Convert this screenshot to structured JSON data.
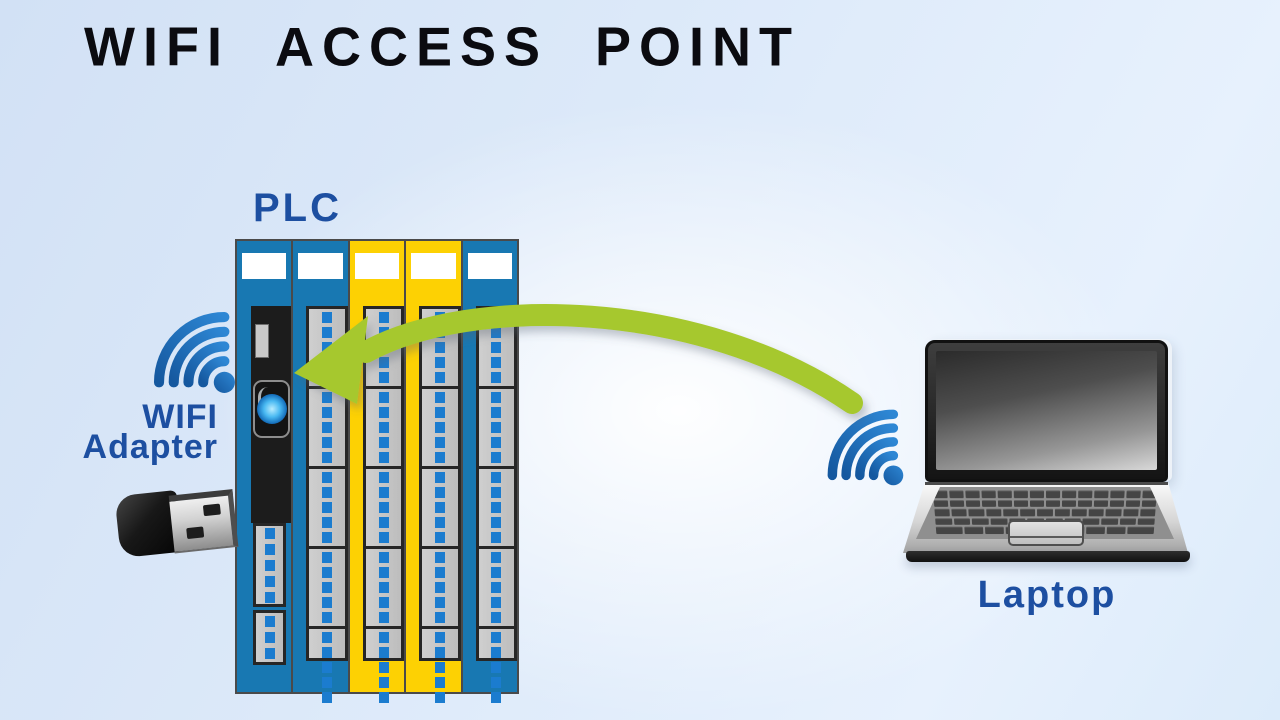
{
  "title": "WIFI ACCESS POINT",
  "plc": {
    "label": "PLC",
    "modules": [
      {
        "color": "blue",
        "type": "cpu",
        "description": "controller module with plugged usb wifi adapter"
      },
      {
        "color": "blue",
        "type": "io"
      },
      {
        "color": "yellow",
        "type": "io"
      },
      {
        "color": "yellow",
        "type": "io"
      },
      {
        "color": "blue",
        "type": "io"
      }
    ],
    "io_sections_per_module": 5,
    "pins_per_section": 5
  },
  "wifi_adapter": {
    "label_line1": "WIFI",
    "label_line2": "Adapter"
  },
  "laptop": {
    "label": "Laptop"
  },
  "connection": {
    "from": "laptop",
    "to": "plc-wifi-adapter",
    "type": "wireless",
    "arrow_color": "#a6c82e"
  },
  "icons": [
    "wifi-signal-icon-plc",
    "wifi-signal-icon-laptop",
    "usb-wifi-adapter-photo",
    "usb-adapter-plugged-icon"
  ],
  "colors": {
    "background_edge": "#d2e1f5",
    "background_center": "#ffffff",
    "title_text": "#0b0b10",
    "label_text": "#1d4fa1",
    "module_blue": "#1878b2",
    "module_yellow": "#fdd103",
    "terminal_pin_blue": "#1b7ccf",
    "arrow_green": "#a6c82e",
    "wifi_blue_dark": "#15589f",
    "wifi_blue_light": "#2e87d4"
  }
}
